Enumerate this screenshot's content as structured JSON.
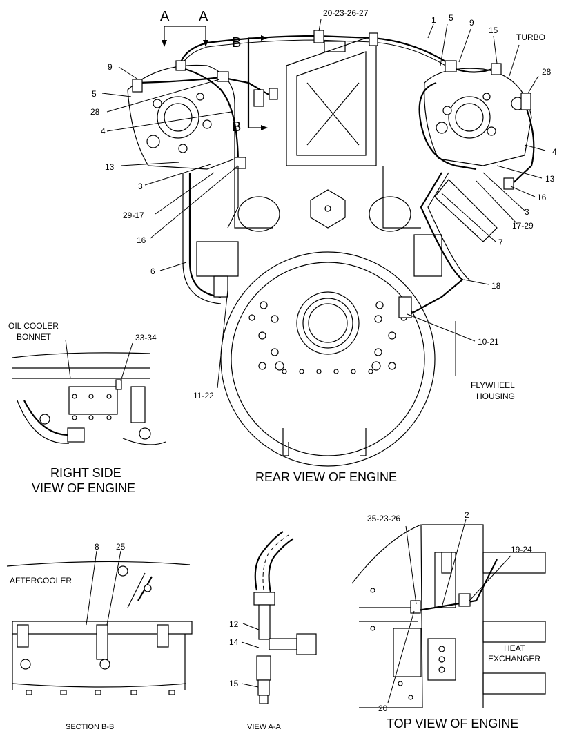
{
  "section_markers": {
    "a_left": "A",
    "a_right": "A",
    "b_top": "B",
    "b_bottom": "B"
  },
  "callouts": {
    "c_20_23_26_27": "20-23-26-27",
    "c_1": "1",
    "c_5_right": "5",
    "c_9_right": "9",
    "c_15_top": "15",
    "turbo": "TURBO",
    "c_28_right": "28",
    "c_9_left": "9",
    "c_5_left": "5",
    "c_28_left": "28",
    "c_4_left": "4",
    "c_13_left": "13",
    "c_3_left": "3",
    "c_29_17": "29-17",
    "c_16_left": "16",
    "c_6": "6",
    "c_4_right": "4",
    "c_13_right": "13",
    "c_16_right": "16",
    "c_3_right": "3",
    "c_17_29": "17-29",
    "c_7": "7",
    "c_18": "18",
    "c_10_21": "10-21",
    "flywheel_line1": "FLYWHEEL",
    "flywheel_line2": "HOUSING",
    "c_11_22": "11-22",
    "oil_cooler_line1": "OIL COOLER",
    "oil_cooler_line2": "BONNET",
    "c_33_34": "33-34",
    "c_8": "8",
    "c_25": "25",
    "aftercooler": "AFTERCOOLER",
    "c_12": "12",
    "c_14": "14",
    "c_15_view": "15",
    "c_35_23_26": "35-23-26",
    "c_2": "2",
    "c_19_24": "19-24",
    "heat_line1": "HEAT",
    "heat_line2": "EXCHANGER",
    "c_20_bottom": "20"
  },
  "titles": {
    "rear_view": "REAR VIEW OF ENGINE",
    "right_side_line1": "RIGHT SIDE",
    "right_side_line2": "VIEW OF ENGINE",
    "section_bb": "SECTION B-B",
    "view_aa": "VIEW A-A",
    "top_view": "TOP VIEW OF ENGINE"
  }
}
